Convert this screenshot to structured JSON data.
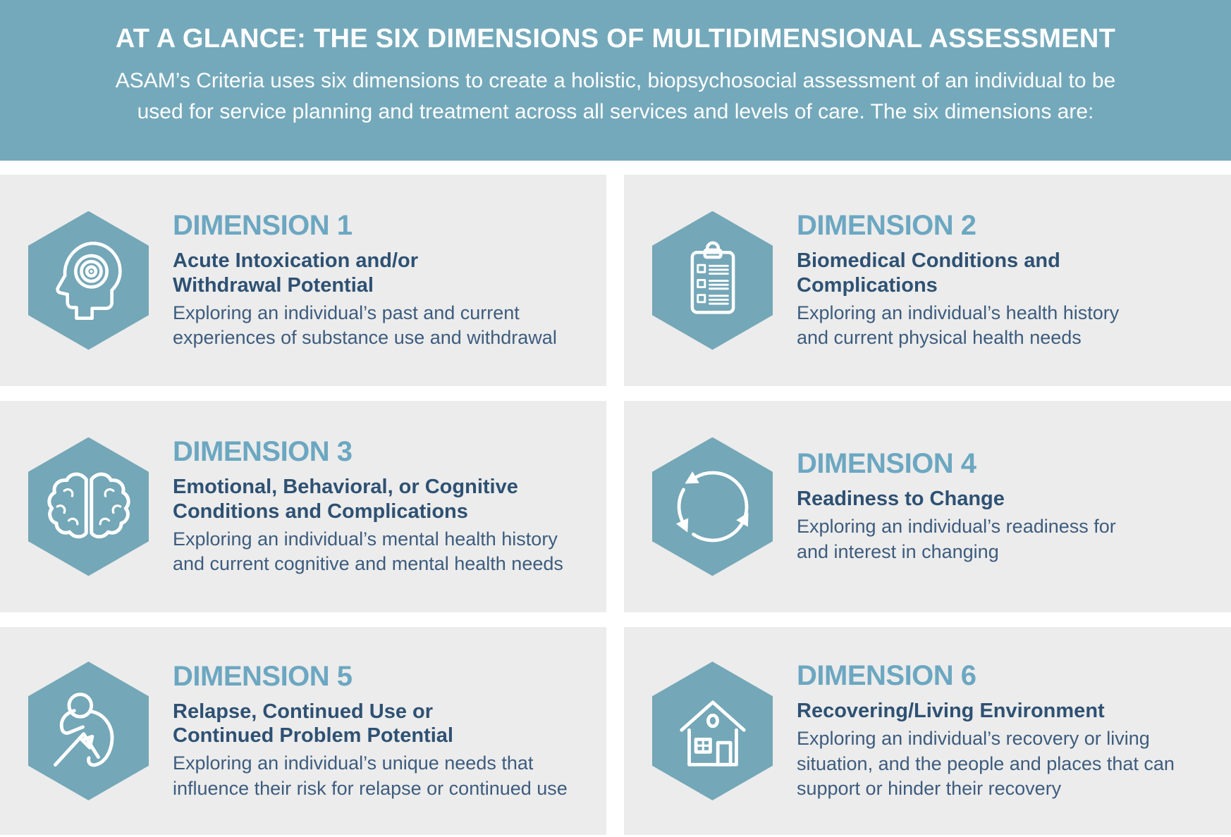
{
  "colors": {
    "header_bg": "#74A9BB",
    "header_text": "#FFFFFF",
    "card_bg": "#ECECEC",
    "hexagon": "#74A7B7",
    "dimension_heading": "#6CA7C1",
    "title_text": "#2E5173",
    "body_text": "#3D5C7E"
  },
  "header": {
    "title": "AT A GLANCE: THE SIX DIMENSIONS OF MULTIDIMENSIONAL ASSESSMENT",
    "subtitle": "ASAM’s Criteria uses six dimensions to create a holistic, biopsychosocial assessment of an individual to be\nused for service planning and treatment across all services and levels of care. The six dimensions are:"
  },
  "cards": [
    {
      "icon": "head-target-icon",
      "dimension": "DIMENSION 1",
      "title": "Acute Intoxication and/or\nWithdrawal Potential",
      "description": "Exploring an individual’s past and current\nexperiences of substance use and withdrawal"
    },
    {
      "icon": "clipboard-checklist-icon",
      "dimension": "DIMENSION 2",
      "title": "Biomedical Conditions and\nComplications",
      "description": "Exploring an individual’s health history\nand current physical health needs"
    },
    {
      "icon": "brain-icon",
      "dimension": "DIMENSION 3",
      "title": "Emotional, Behavioral, or Cognitive\nConditions and Complications",
      "description": "Exploring an individual’s mental health history\nand current cognitive and mental health needs"
    },
    {
      "icon": "cycle-arrows-icon",
      "dimension": "DIMENSION 4",
      "title": "Readiness to Change",
      "description": "Exploring an individual’s readiness for\nand interest in changing"
    },
    {
      "icon": "hunched-person-icon",
      "dimension": "DIMENSION 5",
      "title": "Relapse, Continued Use or\nContinued Problem Potential",
      "description": "Exploring an individual’s unique needs that\ninfluence their risk for relapse or continued use"
    },
    {
      "icon": "house-icon",
      "dimension": "DIMENSION 6",
      "title": "Recovering/Living Environment",
      "description": "Exploring an individual’s recovery or living\nsituation, and the people and places that can\nsupport or hinder their recovery"
    }
  ]
}
